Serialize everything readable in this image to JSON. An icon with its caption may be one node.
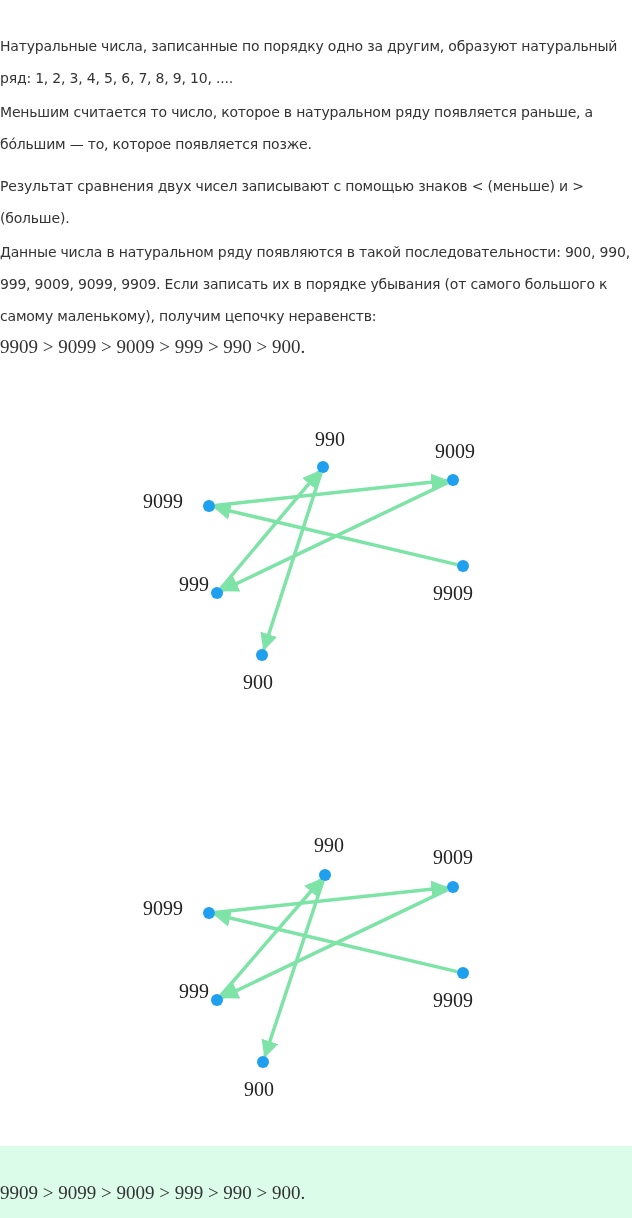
{
  "diagram": {
    "nodes": [
      {
        "text": [],
        "shape": "circle",
        "beside": [
          "990"
        ]
      },
      {
        "text": [],
        "shape": "circle",
        "beside": [
          "9009"
        ]
      },
      {
        "text": [],
        "shape": "circle",
        "beside": [
          "9099"
        ]
      },
      {
        "text": [],
        "shape": "circle",
        "beside": [
          "9909"
        ]
      },
      {
        "text": [],
        "shape": "circle",
        "beside": [
          "999"
        ]
      },
      {
        "text": [],
        "shape": "circle",
        "beside": [
          "900"
        ]
      },
      {
        "text": [],
        "shape": "circle",
        "beside": [
          "990"
        ]
      },
      {
        "text": [],
        "shape": "circle",
        "beside": [
          "9009"
        ]
      },
      {
        "text": [],
        "shape": "circle",
        "beside": [
          "9099"
        ]
      },
      {
        "text": [],
        "shape": "circle",
        "beside": [
          "9909"
        ]
      },
      {
        "text": [],
        "shape": "circle",
        "beside": [
          "999"
        ]
      },
      {
        "text": [],
        "shape": "circle",
        "beside": [
          "900"
        ]
      }
    ],
    "edges": [
      {
        "from": 3,
        "to": 2,
        "arrow": "to"
      },
      {
        "from": 2,
        "to": 1,
        "arrow": "to"
      },
      {
        "from": 1,
        "to": 4,
        "arrow": "to"
      },
      {
        "from": 4,
        "to": 0,
        "arrow": "to"
      },
      {
        "from": 0,
        "to": 5,
        "arrow": "to"
      },
      {
        "from": 9,
        "to": 8,
        "arrow": "to"
      },
      {
        "from": 8,
        "to": 7,
        "arrow": "to"
      },
      {
        "from": 7,
        "to": 10,
        "arrow": "to"
      },
      {
        "from": 10,
        "to": 6,
        "arrow": "to"
      },
      {
        "from": 6,
        "to": 11,
        "arrow": "to"
      }
    ],
    "labels": [
      "Натуральные числа, записанные по порядку одно за другим, образуют натуральный ряд: 1, 2, 3, 4, 5, 6, 7, 8, 9, 10, ....",
      "Меньшим считается то число, которое в натуральном ряду появляется раньше, а бóльшим — то, которое появляется позже.",
      "Результат сравнения двух чисел записывают с помощью знаков < (меньше) и > (больше).",
      "Данные числа в натуральном ряду появляются в такой последовательности: 900, 990, 999, 9009, 9099, 9909. Если записать их в порядке убывания (от самого большого к самому маленькому), получим цепочку неравенств:",
      "9909 > 9099 > 9009 > 999 > 990 > 900.",
      "9909 > 9099 > 9009 > 999 > 990 > 900."
    ]
  }
}
